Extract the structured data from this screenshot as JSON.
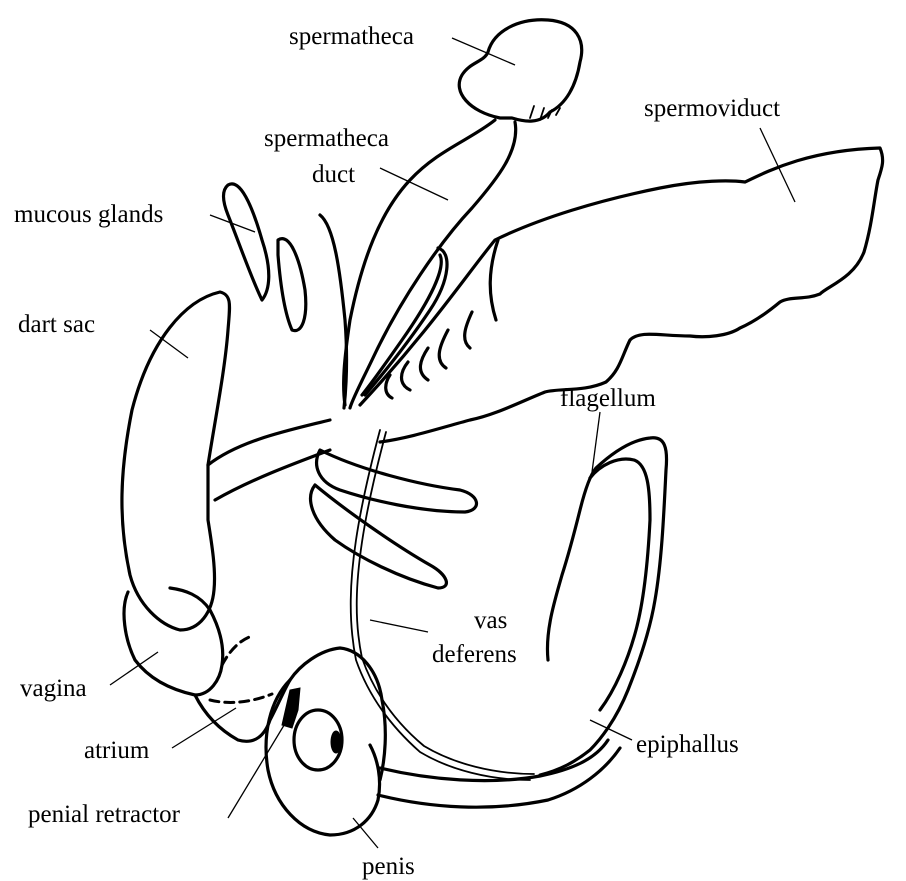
{
  "labels": {
    "spermatheca": "spermatheca",
    "spermoviduct": "spermoviduct",
    "spermatheca_duct_line1": "spermatheca",
    "spermatheca_duct_line2": "duct",
    "mucous_glands": "mucous glands",
    "dart_sac": "dart sac",
    "flagellum": "flagellum",
    "vas_deferens_line1": "vas",
    "vas_deferens_line2": "deferens",
    "vagina": "vagina",
    "atrium": "atrium",
    "epiphallus": "epiphallus",
    "penial_retractor": "penial retractor",
    "penis": "penis"
  },
  "colors": {
    "ink": "#000000",
    "background": "#ffffff"
  }
}
